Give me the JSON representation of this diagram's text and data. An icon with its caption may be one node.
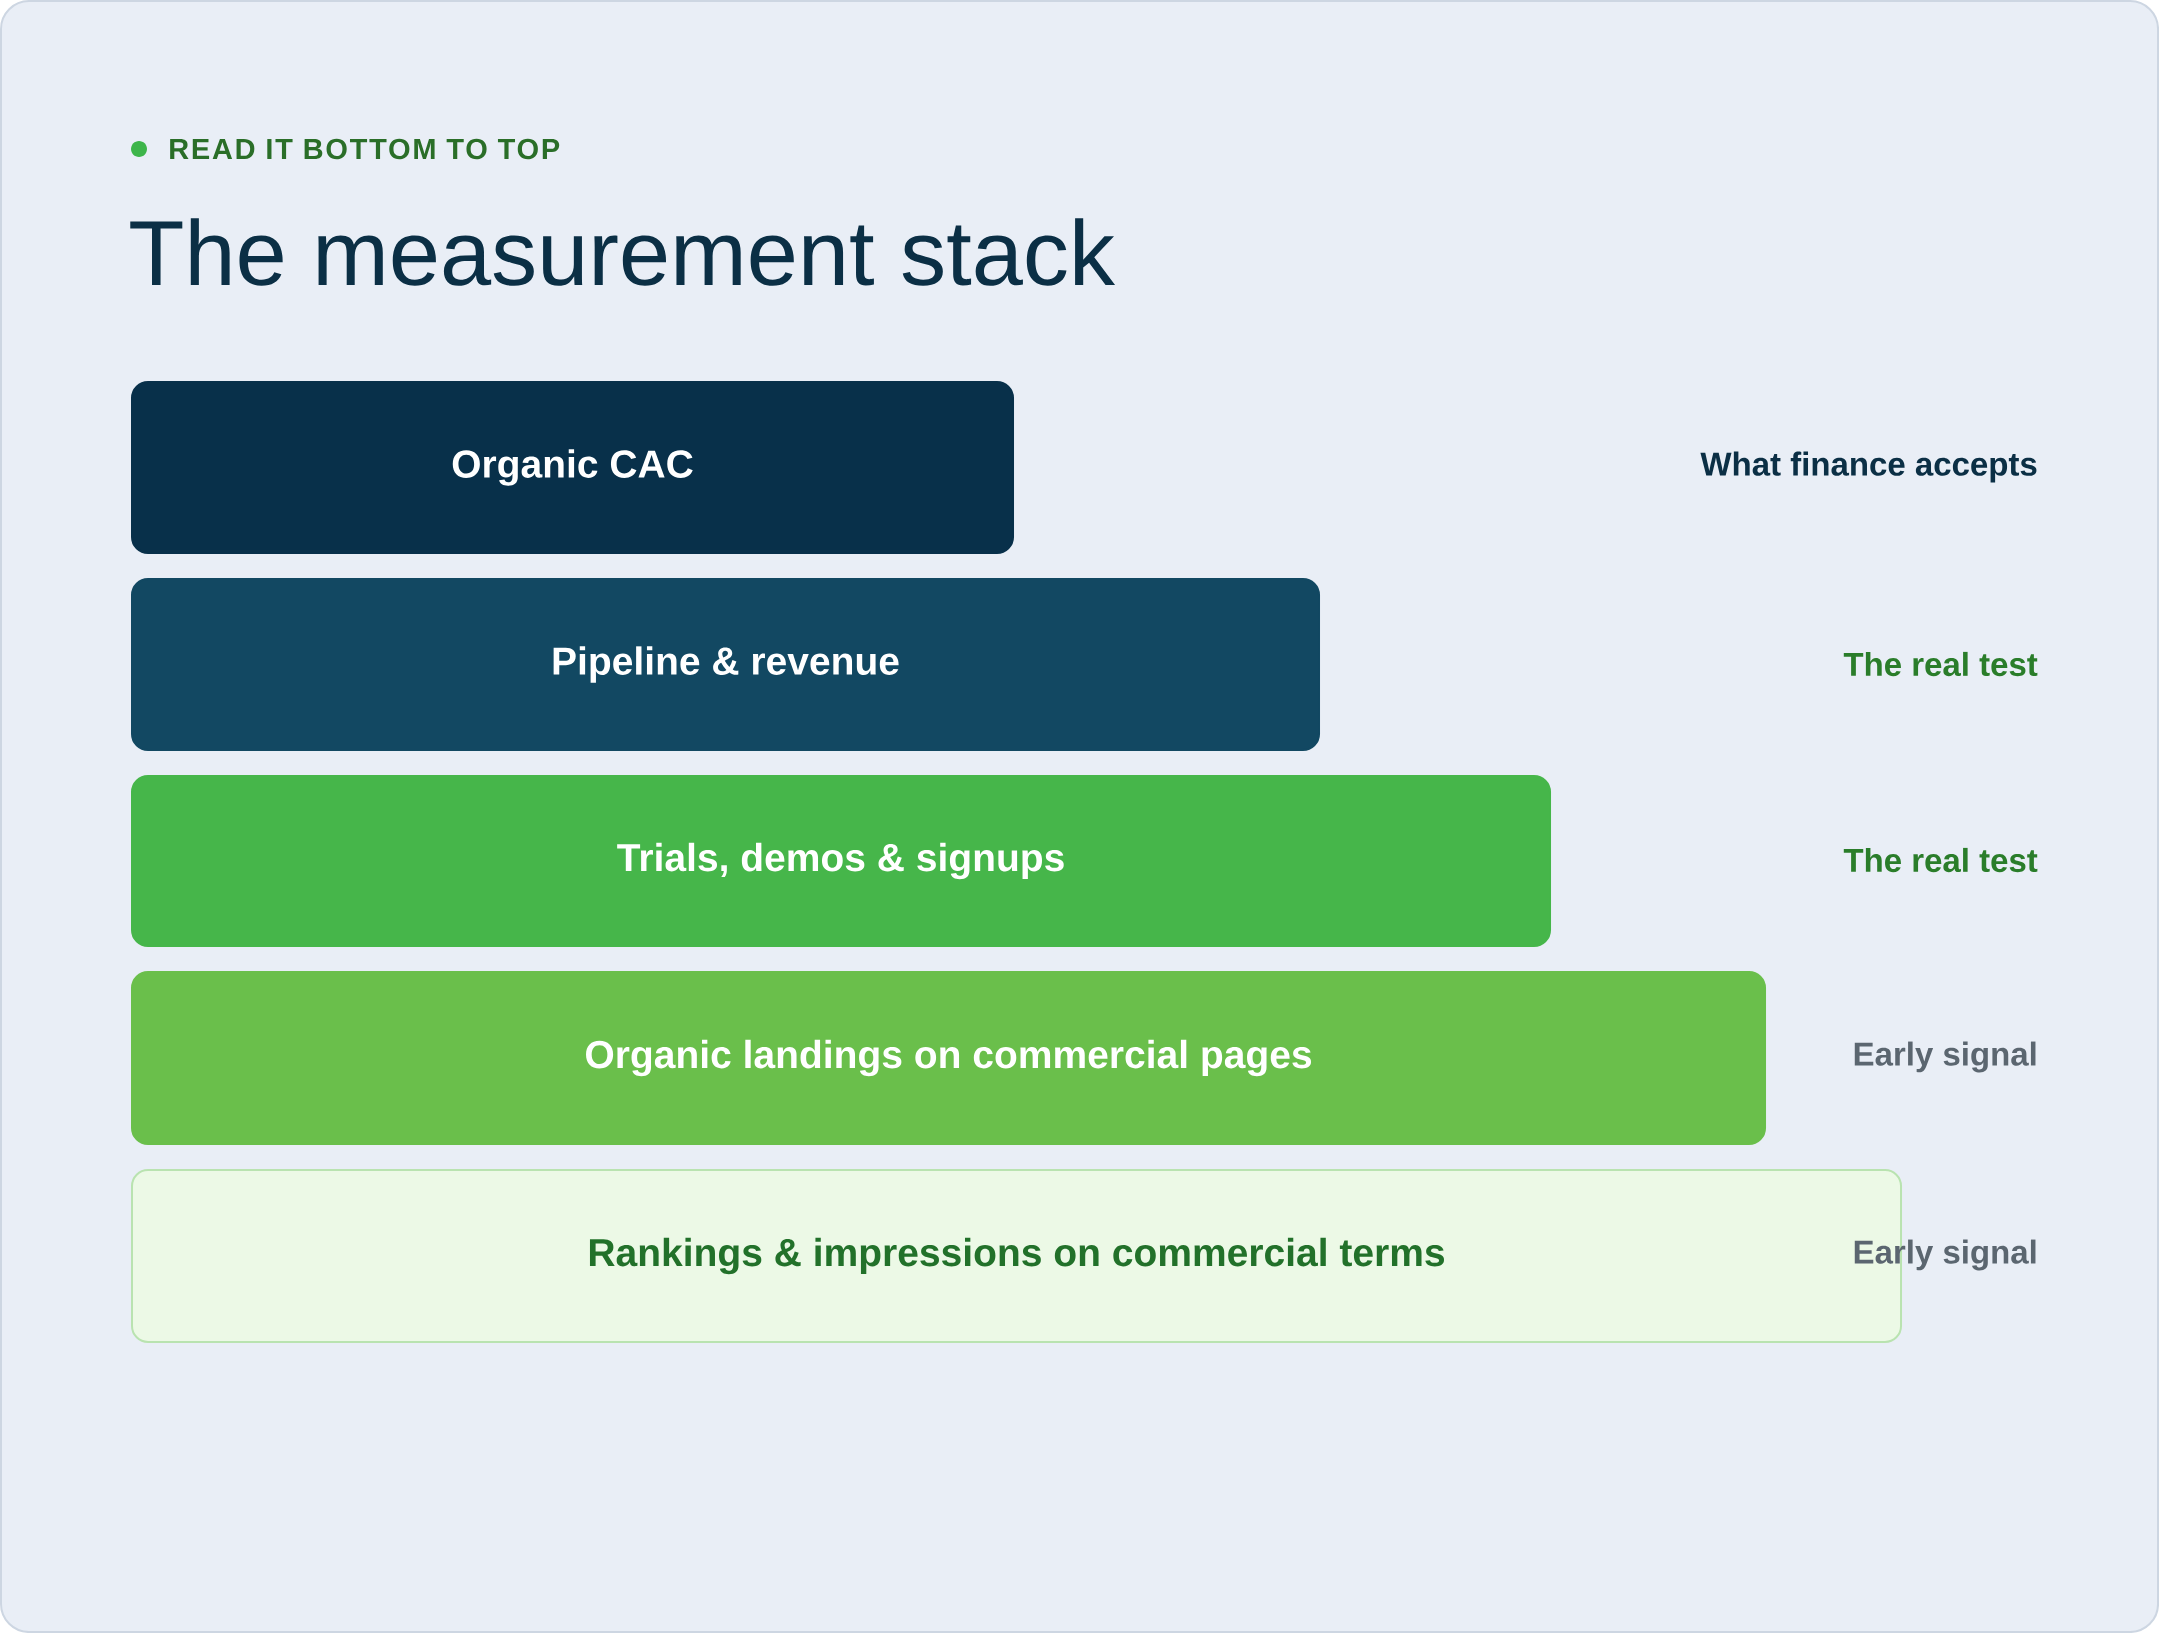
{
  "diagram": {
    "title": "The measurement stack",
    "nodes": [
      {
        "text": [
          "Organic CAC"
        ]
      },
      {
        "text": [
          "Pipeline & revenue"
        ]
      },
      {
        "text": [
          "Trials, demos & signups"
        ]
      },
      {
        "text": [
          "Organic landings on commercial pages"
        ]
      },
      {
        "text": [
          "Rankings & impressions on commercial terms"
        ]
      }
    ],
    "labels": [
      "READ IT BOTTOM TO TOP",
      "What finance accepts",
      "The real test",
      "The real test",
      "Early signal",
      "Early signal"
    ]
  }
}
